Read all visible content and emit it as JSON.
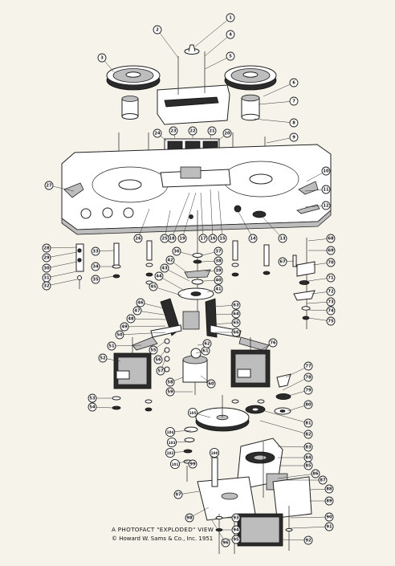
{
  "caption": {
    "line1": "A PHOTOFACT \"EXPLODED\" VIEW",
    "line2": "© Howard W. Sams & Co., Inc. 1951"
  },
  "callouts": [
    "1",
    "2",
    "3",
    "4",
    "5",
    "6",
    "7",
    "8",
    "9",
    "10",
    "11",
    "12",
    "13",
    "14",
    "15",
    "16",
    "17",
    "18",
    "19",
    "20",
    "21",
    "22",
    "23",
    "24",
    "25",
    "26",
    "27",
    "28",
    "29",
    "30",
    "31",
    "32",
    "33",
    "34",
    "35",
    "36",
    "37",
    "38",
    "39",
    "40",
    "41",
    "42",
    "43",
    "44",
    "45",
    "46",
    "47",
    "48",
    "49",
    "50",
    "51",
    "52",
    "53",
    "54",
    "55",
    "56",
    "57",
    "58",
    "59",
    "60",
    "61",
    "62",
    "63",
    "64",
    "65",
    "66",
    "67",
    "68",
    "69",
    "70",
    "71",
    "72",
    "73",
    "74",
    "75",
    "76",
    "77",
    "78",
    "79",
    "80",
    "81",
    "82",
    "83",
    "84",
    "85",
    "86",
    "87",
    "88",
    "89",
    "90",
    "91",
    "92",
    "93",
    "94",
    "95",
    "96",
    "97",
    "98",
    "99",
    "100",
    "101",
    "102",
    "103",
    "104",
    "105"
  ]
}
